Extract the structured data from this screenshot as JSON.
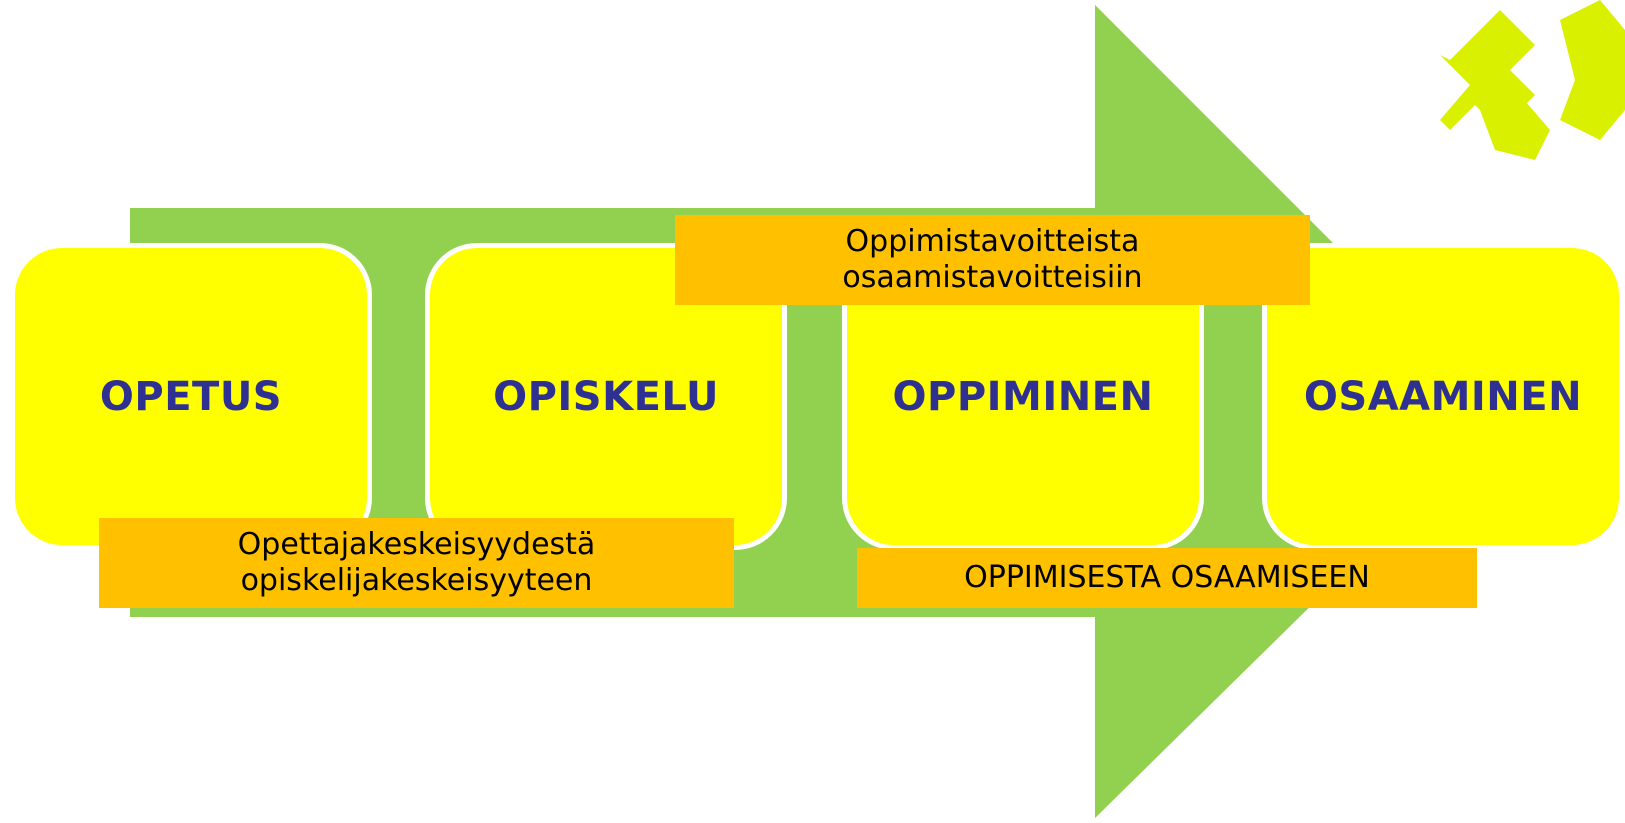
{
  "stages": [
    {
      "label": "OPETUS"
    },
    {
      "label": "OPISKELU"
    },
    {
      "label": "OPPIMINEN"
    },
    {
      "label": "OSAAMINEN"
    }
  ],
  "notes": {
    "top": {
      "line1": "Oppimistavoitteista",
      "line2": "osaamistavoitteisiin"
    },
    "bottom_left": {
      "line1": "Opettajakeskeisyydestä",
      "line2": "opiskelijakeskeisyyteen"
    },
    "bottom_right": {
      "line1": "OPPIMISESTA OSAAMISEEN"
    }
  },
  "colors": {
    "arrow": "#92d050",
    "stage_fill": "#ffff00",
    "stage_text": "#2e3192",
    "note_fill": "#ffc000",
    "logo": "#d9f000"
  }
}
